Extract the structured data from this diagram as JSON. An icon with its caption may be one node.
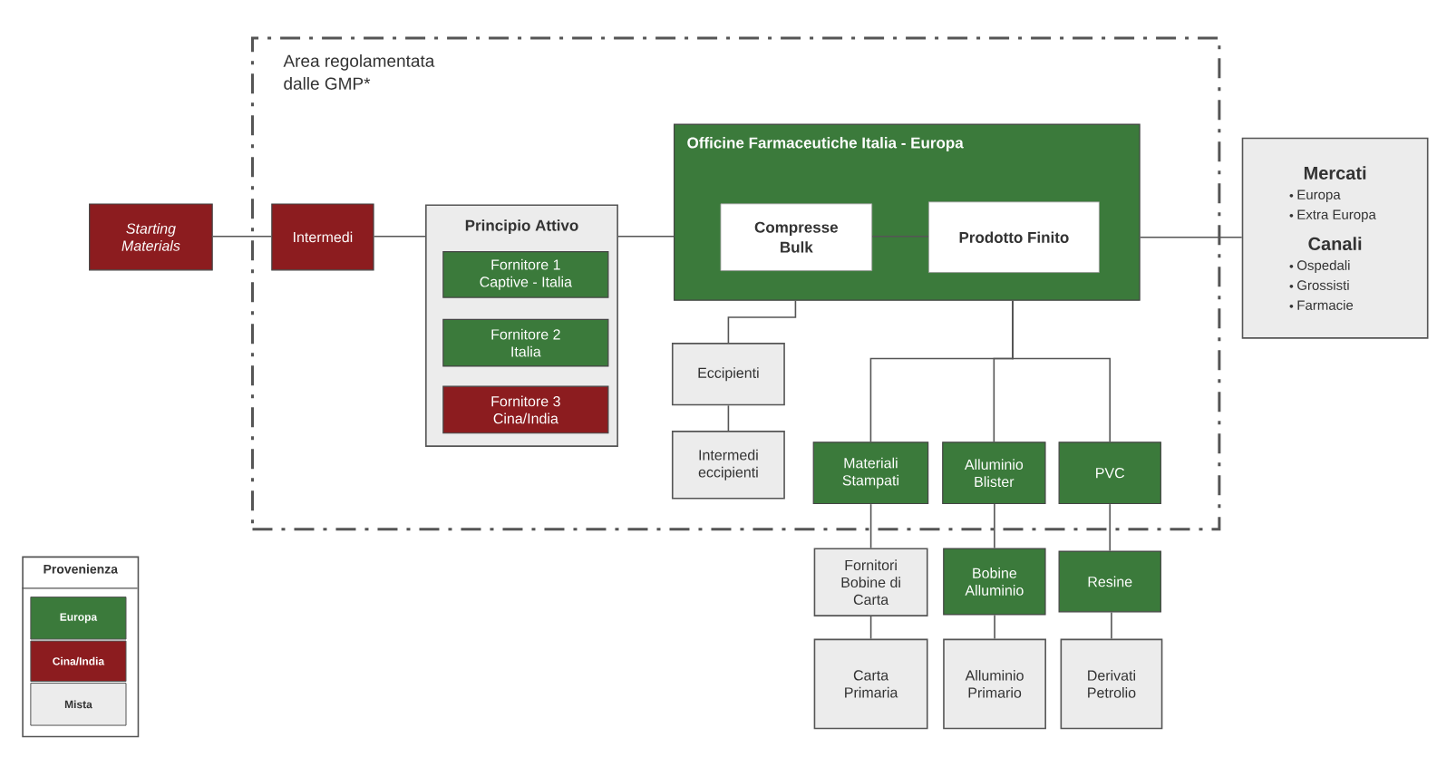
{
  "diagram": {
    "nodes": [
      {
        "text": [
          "Area regolamentata dalle GMP*"
        ]
      },
      {
        "text": [
          "Starting Materials"
        ]
      },
      {
        "text": [
          "Intermedi"
        ],
        "in": 0
      },
      {
        "text": [
          "Principio Attivo"
        ],
        "in": 0
      },
      {
        "text": [
          "Fornitore 1 Captive - Italia"
        ],
        "in": 3
      },
      {
        "text": [
          "Fornitore 2 Italia"
        ],
        "in": 3
      },
      {
        "text": [
          "Fornitore 3 Cina/India"
        ],
        "in": 3
      },
      {
        "text": [
          "Officine Farmaceutiche Italia - Europa"
        ],
        "in": 0
      },
      {
        "text": [
          "Compresse Bulk"
        ],
        "in": 7
      },
      {
        "text": [
          "Prodotto Finito"
        ],
        "in": 7
      },
      {
        "text": [
          "Eccipienti"
        ],
        "in": 0
      },
      {
        "text": [
          "Intermedi eccipienti"
        ],
        "in": 0
      },
      {
        "text": [
          "Materiali Stampati"
        ],
        "in": 0
      },
      {
        "text": [
          "Alluminio Blister"
        ],
        "in": 0
      },
      {
        "text": [
          "PVC"
        ],
        "in": 0
      },
      {
        "text": [
          "Mercati",
          "Europa",
          "Extra Europa",
          "Canali",
          "Ospedali",
          "Grossisti",
          "Farmacie"
        ]
      },
      {
        "text": [
          "Fornitori Bobine di Carta"
        ]
      },
      {
        "text": [
          "Bobine Alluminio"
        ]
      },
      {
        "text": [
          "Resine"
        ]
      },
      {
        "text": [
          "Carta Primaria"
        ]
      },
      {
        "text": [
          "Alluminio Primario"
        ]
      },
      {
        "text": [
          "Derivati Petrolio"
        ]
      }
    ],
    "edges": [
      {
        "from": 1,
        "to": 2,
        "arrow": "none"
      },
      {
        "from": 2,
        "to": 3,
        "arrow": "none"
      },
      {
        "from": 3,
        "to": 7,
        "arrow": "none"
      },
      {
        "from": 8,
        "to": 9,
        "arrow": "none"
      },
      {
        "from": 7,
        "to": 10,
        "arrow": "none"
      },
      {
        "from": 10,
        "to": 11,
        "arrow": "none"
      },
      {
        "from": 7,
        "to": 12,
        "arrow": "none"
      },
      {
        "from": 7,
        "to": 13,
        "arrow": "none"
      },
      {
        "from": 7,
        "to": 14,
        "arrow": "none"
      },
      {
        "from": 7,
        "to": 15,
        "arrow": "none"
      },
      {
        "from": 12,
        "to": 16,
        "arrow": "none"
      },
      {
        "from": 13,
        "to": 17,
        "arrow": "none"
      },
      {
        "from": 14,
        "to": 18,
        "arrow": "none"
      },
      {
        "from": 16,
        "to": 19,
        "arrow": "none"
      },
      {
        "from": 17,
        "to": 20,
        "arrow": "none"
      },
      {
        "from": 18,
        "to": 21,
        "arrow": "none"
      }
    ],
    "labels": [
      "Provenienza"
    ],
    "legend": [
      {
        "text": "Europa",
        "color": "#3b7a3b"
      },
      {
        "text": "Cina/India",
        "color": "#8c1c1f"
      },
      {
        "text": "Mista",
        "color": "#ececec"
      }
    ]
  }
}
